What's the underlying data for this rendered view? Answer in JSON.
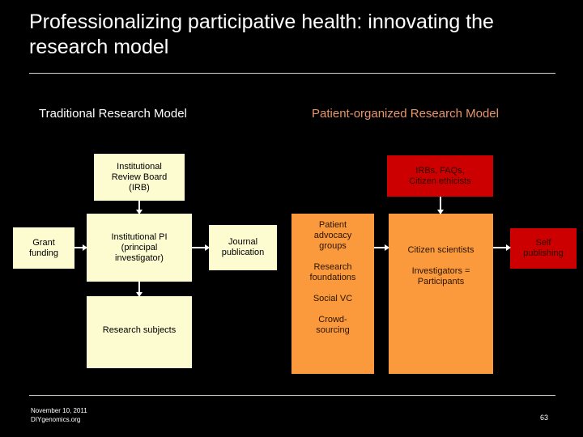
{
  "slide": {
    "title": "Professionalizing participative health:\ninnovating the research model",
    "background_color": "#000000",
    "rule_color": "#d8d2c8"
  },
  "columns": {
    "left_heading": "Traditional Research Model",
    "left_heading_color": "#ffffff",
    "right_heading": "Patient-organized Research Model",
    "right_heading_color": "#e8956a"
  },
  "palette": {
    "yellow_box": "#fdfbd0",
    "orange_box": "#fb9a3c",
    "red_box": "#cc0000",
    "arrow": "#ffffff"
  },
  "diagram": {
    "traditional": {
      "irb": "Institutional\nReview Board\n(IRB)",
      "grant": "Grant\nfunding",
      "pi": "Institutional PI\n(principal\ninvestigator)",
      "journal": "Journal\npublication",
      "subjects": "Research subjects"
    },
    "patient_organized": {
      "irbs_faqs": "IRBs, FAQs,\nCitizen ethicists",
      "advocacy_items": [
        "Patient\nadvocacy\ngroups",
        "Research\nfoundations",
        "Social VC",
        "Crowd-\nsourcing"
      ],
      "citizen": "Citizen scientists",
      "citizen_second": "Investigators =\nParticipants",
      "self_publishing": "Self\npublishing"
    }
  },
  "footer": {
    "date": "November 10, 2011",
    "site": "DIYgenomics.org",
    "page_number": "63"
  }
}
